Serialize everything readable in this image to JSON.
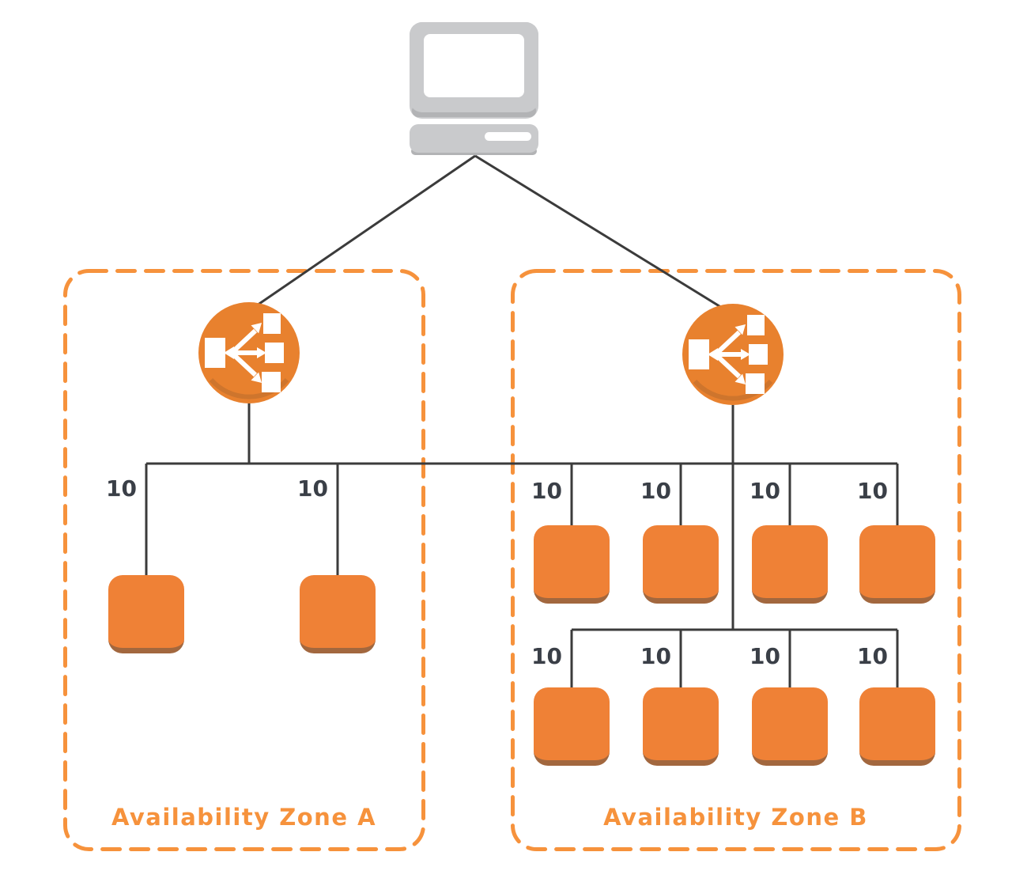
{
  "diagram_type": "aws-load-balancing-architecture",
  "colors": {
    "orange": "#F6923C",
    "elb-orange": "#E8812E",
    "inst-orange": "#EF8136",
    "inst-shadow": "#A2673E",
    "line": "#3B3B3B",
    "gray": "#C9CACC",
    "gray-shadow": "#B2B3B5",
    "weight-text": "#3A3F47"
  },
  "icons": {
    "client": "laptop-client-icon",
    "load_balancer": "elastic-load-balancer-icon",
    "instance": "ec2-instance-node"
  },
  "zone_a": {
    "label": "Availability Zone A",
    "weights": [
      "10",
      "10"
    ]
  },
  "zone_b": {
    "label": "Availability Zone B",
    "row1_weights": [
      "10",
      "10",
      "10",
      "10"
    ],
    "row2_weights": [
      "10",
      "10",
      "10",
      "10"
    ]
  }
}
